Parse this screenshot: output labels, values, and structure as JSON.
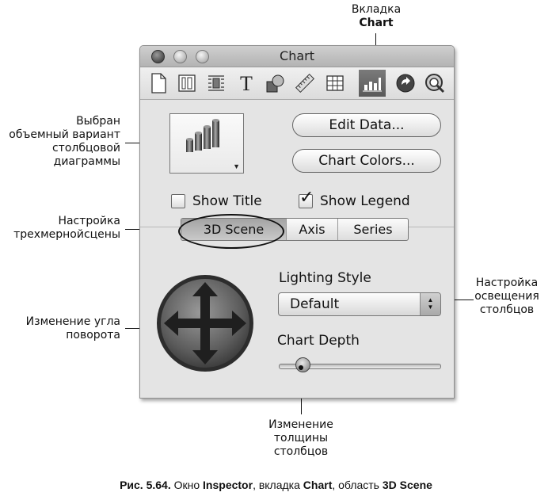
{
  "annotations": {
    "chart_tab": [
      "Вкладка",
      "Chart"
    ],
    "selected_3d": [
      "Выбран",
      "объемный вариант",
      "столбцовой",
      "диаграммы"
    ],
    "scene_setup": [
      "Настройка",
      "трехмернойсцены"
    ],
    "rotation": [
      "Изменение угла",
      "поворота"
    ],
    "lighting": [
      "Настройка",
      "освещения",
      "столбцов"
    ],
    "thickness": [
      "Изменение",
      "толщины",
      "столбцов"
    ]
  },
  "window": {
    "title": "Chart",
    "toolbar": [
      "document-icon",
      "layout-icon",
      "wrap-icon",
      "text-icon",
      "graphic-icon",
      "metrics-icon",
      "table-icon",
      "chart-icon",
      "link-icon",
      "quicktime-icon"
    ],
    "selected_tool": "chart-icon",
    "chart_type": "3d-bar-chart-icon",
    "buttons": {
      "edit_data": "Edit Data...",
      "chart_colors": "Chart Colors..."
    },
    "checkboxes": {
      "show_title": {
        "label": "Show Title",
        "checked": false
      },
      "show_legend": {
        "label": "Show Legend",
        "checked": true
      }
    },
    "tabs": [
      "3D Scene",
      "Axis",
      "Series"
    ],
    "selected_tab": "3D Scene",
    "lighting_style": {
      "label": "Lighting Style",
      "value": "Default"
    },
    "chart_depth": {
      "label": "Chart Depth"
    }
  },
  "caption": {
    "fig": "Рис. 5.64.",
    "t1": " Окно ",
    "b1": "Inspector",
    "t2": ", вкладка ",
    "b2": "Chart",
    "t3": ", область ",
    "b3": "3D Scene"
  }
}
